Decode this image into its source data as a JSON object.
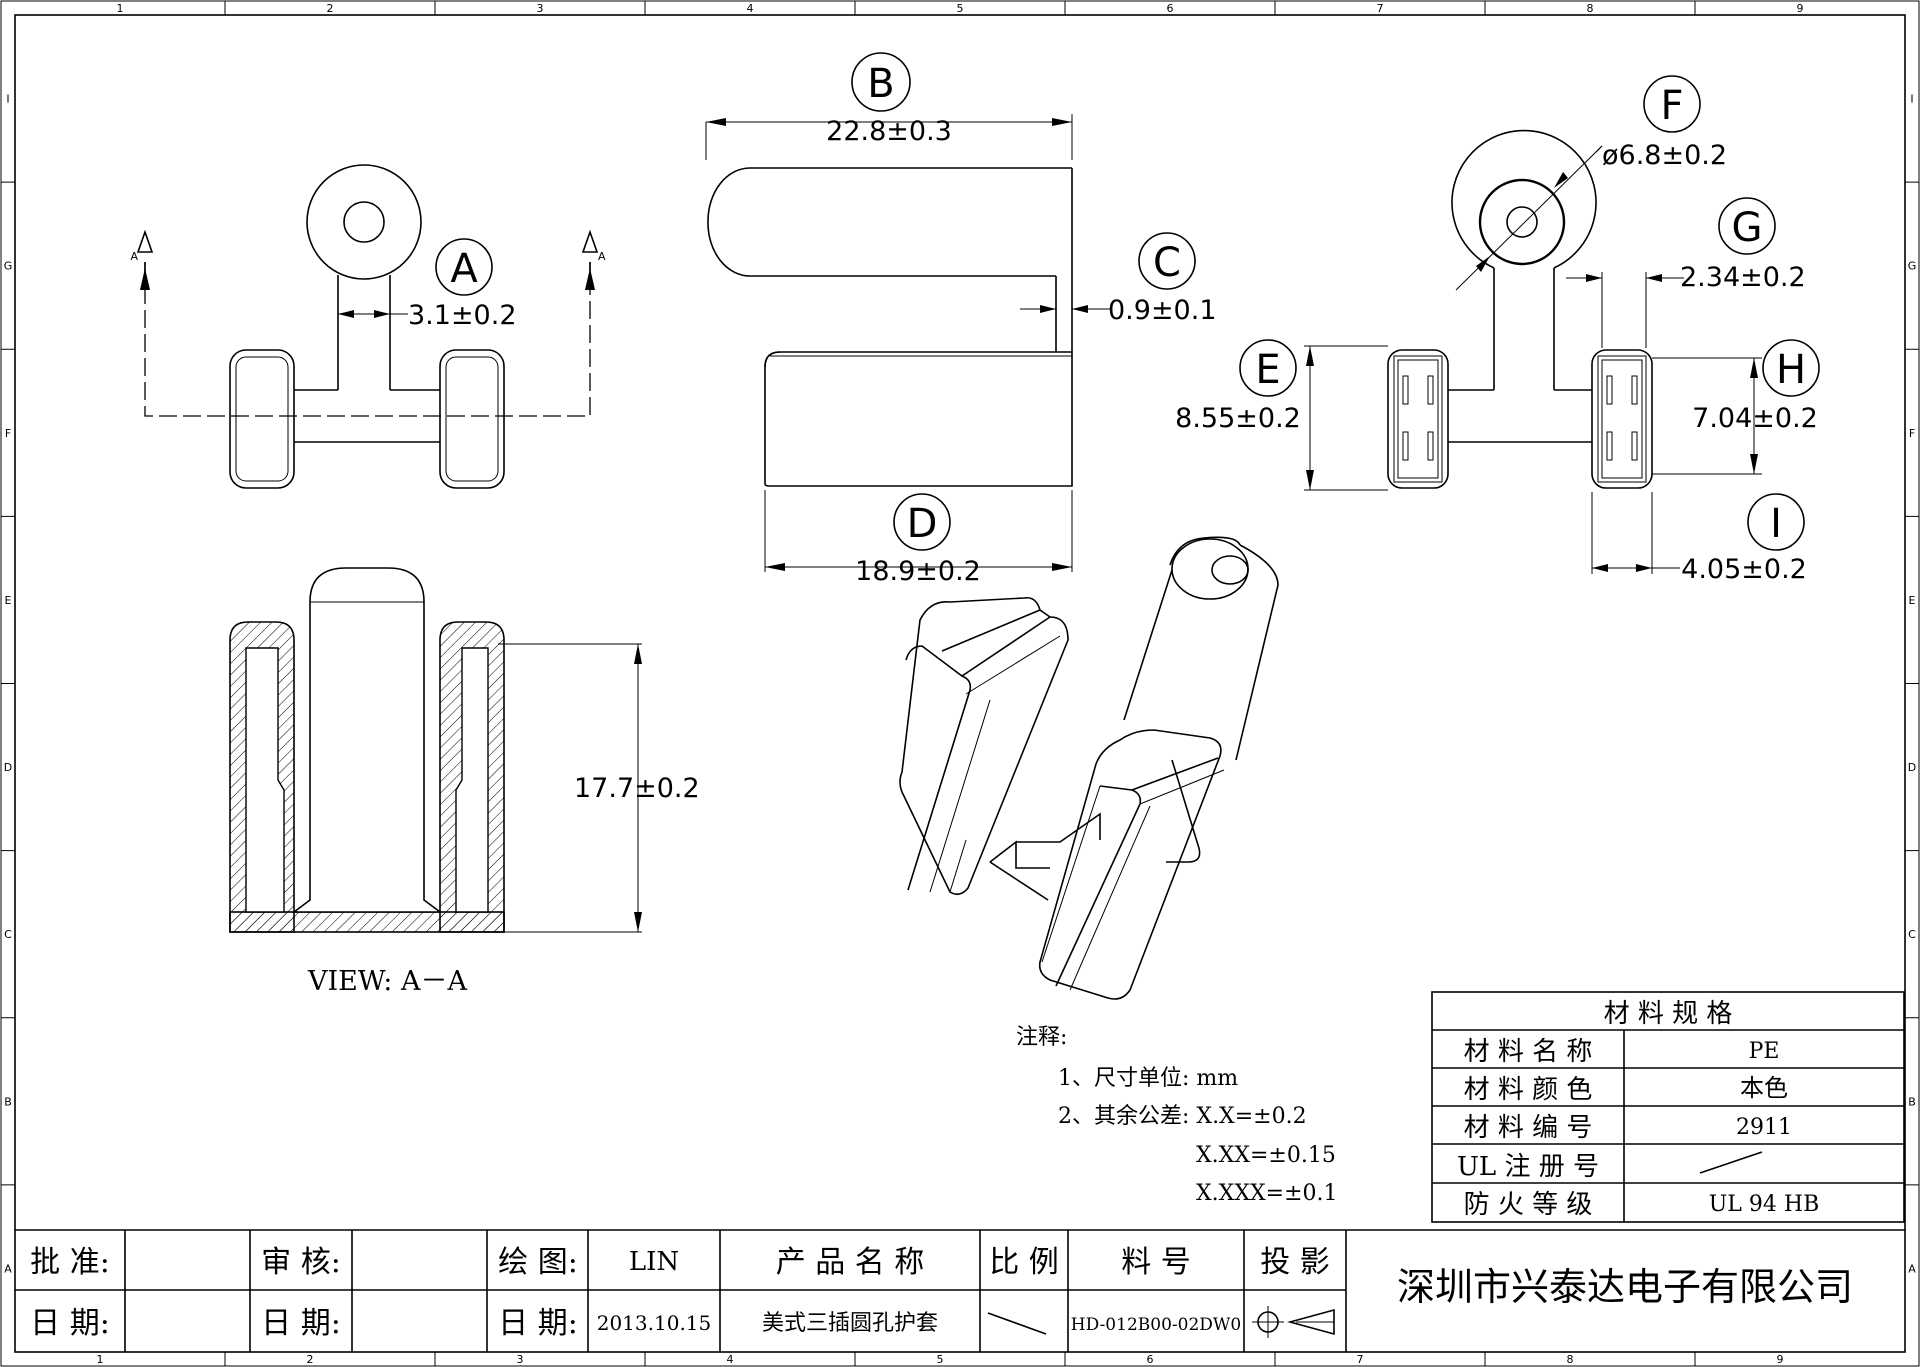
{
  "drawing": {
    "grid_columns_top": [
      "1",
      "2",
      "3",
      "4",
      "5",
      "6",
      "7",
      "8",
      "9"
    ],
    "grid_columns_bottom": [
      "1",
      "2",
      "3",
      "4",
      "5",
      "6",
      "7",
      "8",
      "9"
    ],
    "grid_rows_left": [
      "I",
      "G",
      "F",
      "E",
      "D",
      "C",
      "B",
      "A"
    ],
    "grid_rows_right": [
      "I",
      "G",
      "F",
      "E",
      "D",
      "C",
      "B",
      "A"
    ],
    "dimensions": {
      "A": {
        "label": "A",
        "value": "3.1±0.2"
      },
      "B": {
        "label": "B",
        "value": "22.8±0.3"
      },
      "C": {
        "label": "C",
        "value": "0.9±0.1"
      },
      "D": {
        "label": "D",
        "value": "18.9±0.2"
      },
      "E": {
        "label": "E",
        "value": "8.55±0.2"
      },
      "F": {
        "label": "F",
        "value": "ø6.8±0.2"
      },
      "G": {
        "label": "G",
        "value": "2.34±0.2"
      },
      "H": {
        "label": "H",
        "value": "7.04±0.2"
      },
      "I": {
        "label": "I",
        "value": "4.05±0.2"
      },
      "section_height": "17.7±0.2"
    },
    "section_arrow_left": "A",
    "section_arrow_right": "A",
    "view_label": "VIEW: A－A",
    "notes": {
      "title": "注释:",
      "line1": "1、尺寸单位: mm",
      "line2": "2、其余公差: X.X=±0.2",
      "line3": "X.XX=±0.15",
      "line4": "X.XXX=±0.1"
    }
  },
  "material_table": {
    "title": "材 料 规 格",
    "rows": [
      {
        "key": "材 料 名 称",
        "value": "PE"
      },
      {
        "key": "材 料 颜 色",
        "value": "本色"
      },
      {
        "key": "材 料 编 号",
        "value": "2911"
      },
      {
        "key": "UL 注 册 号",
        "value": ""
      },
      {
        "key": "防 火 等 级",
        "value": "UL 94 HB"
      }
    ]
  },
  "title_block": {
    "approve_label": "批 准:",
    "approve_value": "",
    "review_label": "审 核:",
    "review_value": "",
    "draw_label": "绘 图:",
    "draw_value": "LIN",
    "product_name_label": "产 品 名 称",
    "product_name_value": "美式三插圆孔护套",
    "scale_label": "比  例",
    "part_no_label": "料 号",
    "part_no_value": "HD-012B00-02DW0",
    "projection_label": "投 影",
    "date_label_1": "日 期:",
    "date_value_1": "",
    "date_label_2": "日 期:",
    "date_value_2": "",
    "date_label_3": "日 期:",
    "date_value_3": "2013.10.15",
    "company": "深圳市兴泰达电子有限公司"
  }
}
